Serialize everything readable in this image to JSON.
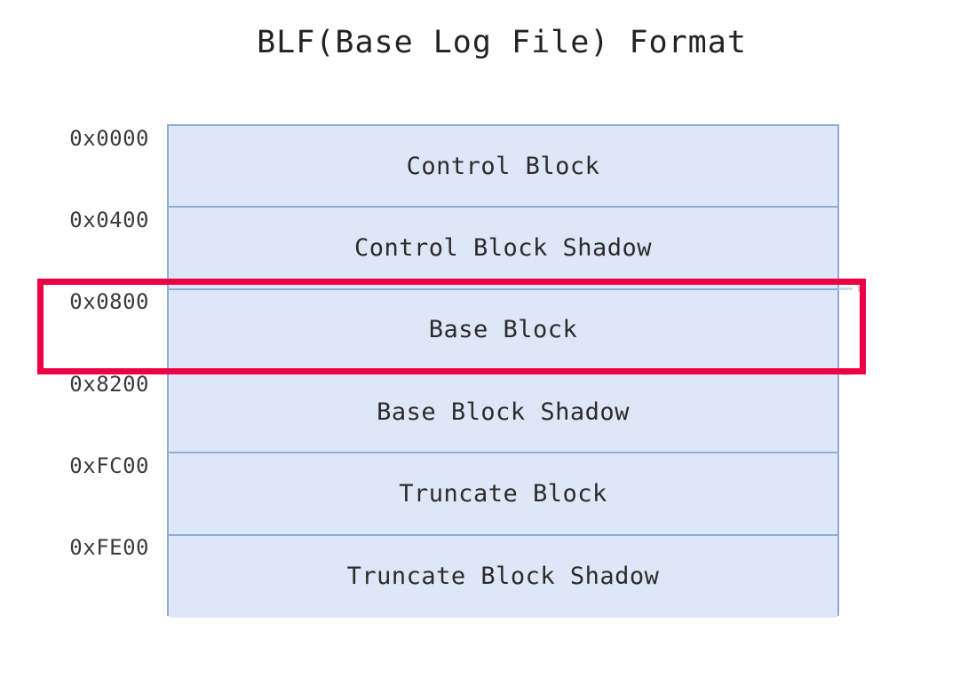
{
  "title": "BLF(Base Log File) Format",
  "diagram": {
    "type": "memory-layout",
    "fill_color": "#dee7f7",
    "border_color": "#8eaed6",
    "highlight_color": "#ee0044",
    "rows": [
      {
        "address": "0x0000",
        "label": "Control Block",
        "highlighted": false
      },
      {
        "address": "0x0400",
        "label": "Control Block Shadow",
        "highlighted": false
      },
      {
        "address": "0x0800",
        "label": "Base Block",
        "highlighted": true
      },
      {
        "address": "0x8200",
        "label": "Base Block Shadow",
        "highlighted": false
      },
      {
        "address": "0xFC00",
        "label": "Truncate Block",
        "highlighted": false
      },
      {
        "address": "0xFE00",
        "label": "Truncate Block Shadow",
        "highlighted": false
      }
    ]
  }
}
